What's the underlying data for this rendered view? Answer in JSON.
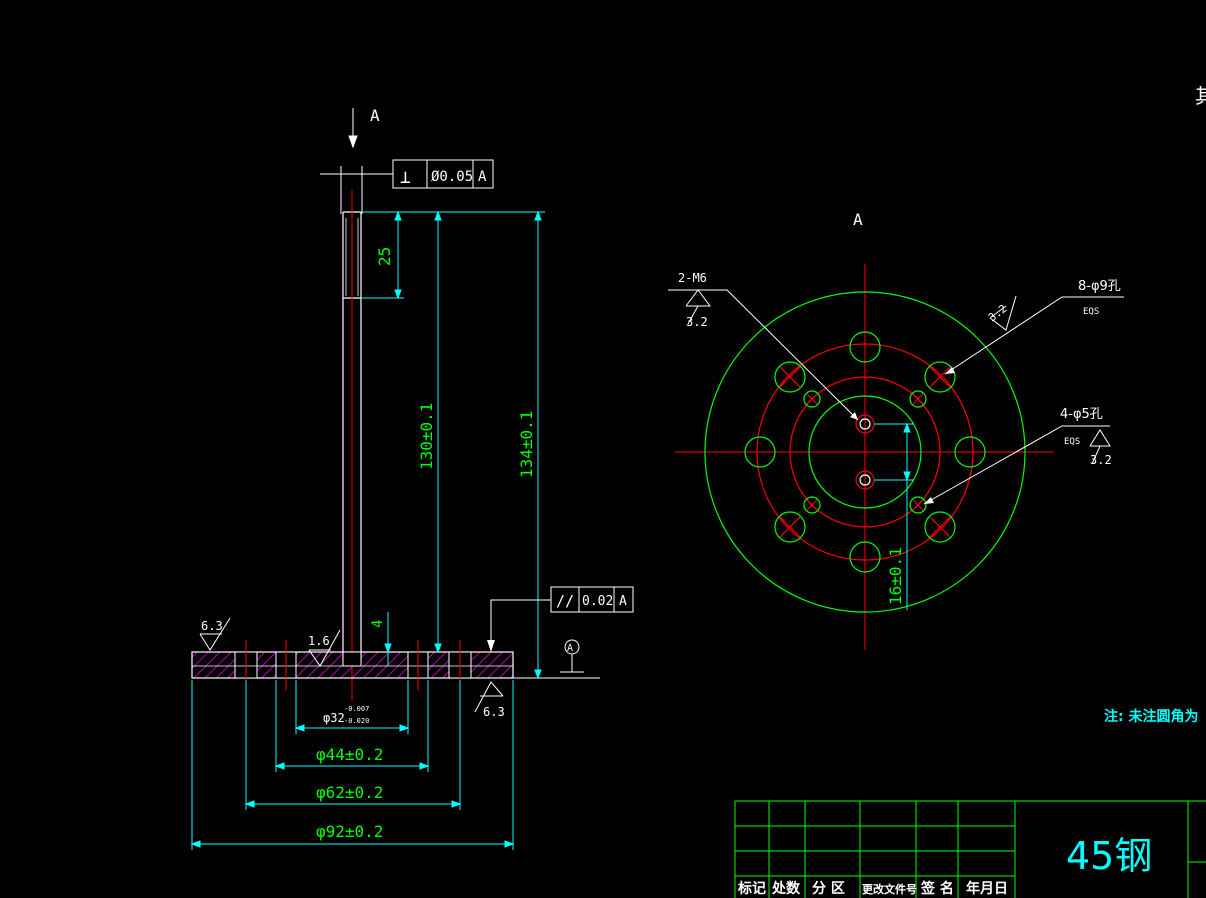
{
  "colors": {
    "background": "#000000",
    "outline": "#ffffff",
    "dimension": "#00ffff",
    "center_line": "#ff0000",
    "hidden_line": "#ff0000",
    "circle_outer": "#00ff00",
    "hatch": "#ff00ff",
    "dim_text": "#00ff00",
    "note": "#00ffff",
    "title_frame": "#00ff00"
  },
  "front_view": {
    "view_label": "A",
    "perpendicularity_symbol": "⊥",
    "perpendicularity_tolerance": "Ø0.05",
    "perpendicularity_datum": "A",
    "parallelism_symbol": "//",
    "parallelism_tolerance": "0.02",
    "parallelism_datum": "A",
    "datum_label": "A",
    "dim_thread_length": "25",
    "dim_height_inner": "130±0.1",
    "dim_height_total": "134±0.1",
    "dim_base_thickness": "4",
    "dim_bore": "φ32",
    "dim_bore_upper": "-0.007",
    "dim_bore_lower": "-0.020",
    "dim_d44": "φ44±0.2",
    "dim_d62": "φ62±0.2",
    "dim_d92": "φ92±0.2",
    "rough_left": "6.3",
    "rough_mid": "1.6",
    "rough_bottom": "6.3"
  },
  "top_view": {
    "view_label": "A",
    "thread_callout": "2-M6",
    "thread_roughness": "3.2",
    "hole9_callout": "8-φ9孔",
    "hole9_eqs": "EQS",
    "hole9_roughness": "3.2",
    "hole5_callout": "4-φ5孔",
    "hole5_eqs": "EQS",
    "hole5_roughness": "3.2",
    "dim_spacing": "16±0.1"
  },
  "top_right_char": "其",
  "note_text": "注: 未注圆角为",
  "title_block": {
    "material": "45钢",
    "headers": [
      "标记",
      "处数",
      "分 区",
      "更改文件号",
      "签 名",
      "年月日"
    ]
  }
}
